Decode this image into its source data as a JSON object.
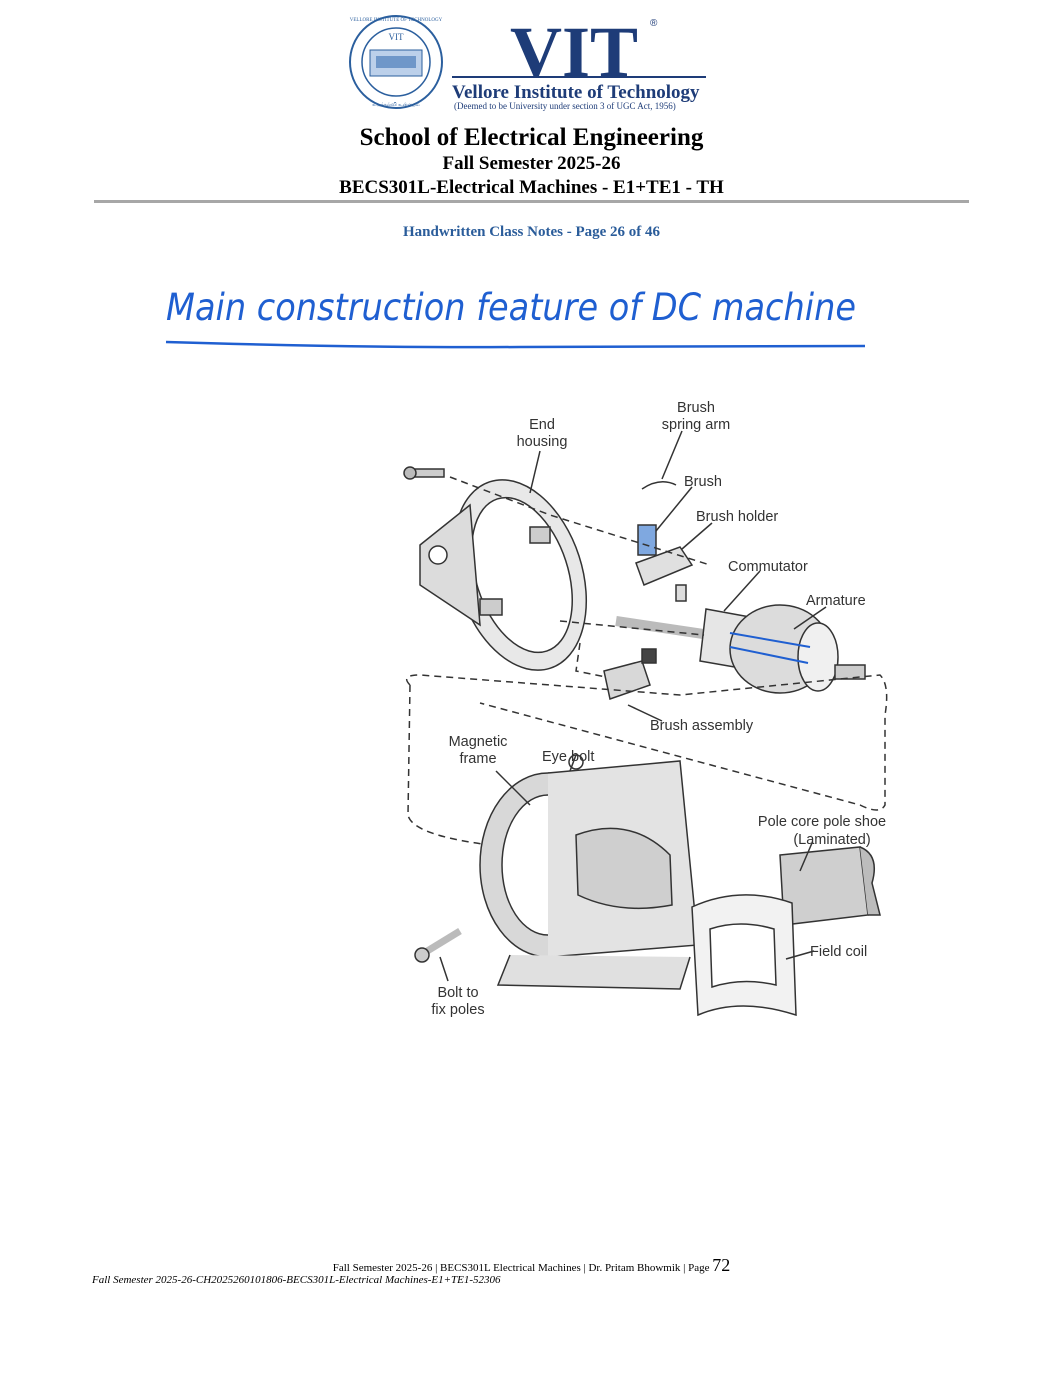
{
  "logo": {
    "seal_text": "VELLORE INSTITUTE OF TECHNOLOGY",
    "seal_center": "VIT",
    "seal_bottom": "உயர்கல்வி உன்னதம்",
    "wordmark": "VIT",
    "registered": "®",
    "name": "Vellore Institute of Technology",
    "tagline": "(Deemed to be University under section 3 of UGC Act, 1956)"
  },
  "header": {
    "school": "School of Electrical Engineering",
    "semester": "Fall Semester 2025-26",
    "course": "BECS301L-Electrical Machines - E1+TE1 - TH"
  },
  "notes_label": "Handwritten Class Notes - Page 26 of 46",
  "handwritten_title": "Main construction feature of DC machine",
  "figure": {
    "labels": {
      "end_housing_1": "End",
      "end_housing_2": "housing",
      "brush_spring_1": "Brush",
      "brush_spring_2": "spring arm",
      "brush": "Brush",
      "brush_holder": "Brush holder",
      "commutator": "Commutator",
      "armature": "Armature",
      "brush_assembly": "Brush assembly",
      "magnetic_frame_1": "Magnetic",
      "magnetic_frame_2": "frame",
      "eye_bolt": "Eye bolt",
      "pole_core_1": "Pole core pole shoe",
      "pole_core_2": "(Laminated)",
      "field_coil": "Field coil",
      "bolt_1": "Bolt to",
      "bolt_2": "fix poles"
    },
    "ink_color": "#1f5fd1"
  },
  "footer": {
    "text": "Fall Semester 2025-26 | BECS301L Electrical Machines | Dr. Pritam Bhowmik | Page ",
    "page": "72",
    "doc_id": "Fall Semester 2025-26-CH2025260101806-BECS301L-Electrical Machines-E1+TE1-52306"
  }
}
